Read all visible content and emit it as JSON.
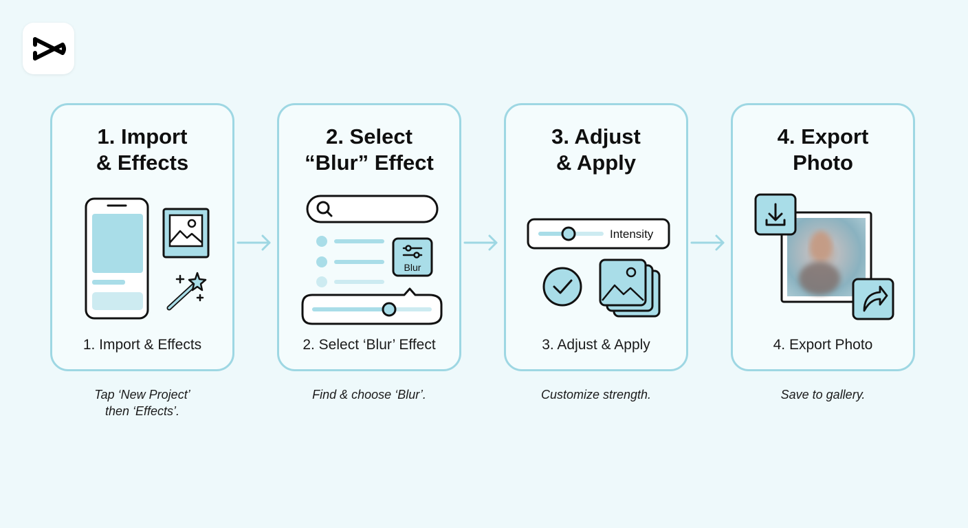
{
  "colors": {
    "background": "#eef9fb",
    "card_border": "#9ed7e3",
    "accent_fill": "#a9dde8",
    "accent_light": "#cdebf1",
    "stroke": "#111111"
  },
  "logo": {
    "icon": "capcut-logo-icon"
  },
  "steps": [
    {
      "title": "1. Import\n& Effects",
      "label": "1. Import & Effects",
      "caption": "Tap ‘New Project’\nthen ‘Effects’."
    },
    {
      "title": "2. Select\n“Blur” Effect",
      "label": "2. Select ‘Blur’ Effect",
      "caption": "Find & choose ‘Blur’.",
      "chip_label": "Blur"
    },
    {
      "title": "3. Adjust\n& Apply",
      "label": "3. Adjust & Apply",
      "caption": "Customize strength.",
      "slider_label": "Intensity"
    },
    {
      "title": "4. Export\nPhoto",
      "label": "4. Export Photo",
      "caption": "Save to gallery."
    }
  ]
}
